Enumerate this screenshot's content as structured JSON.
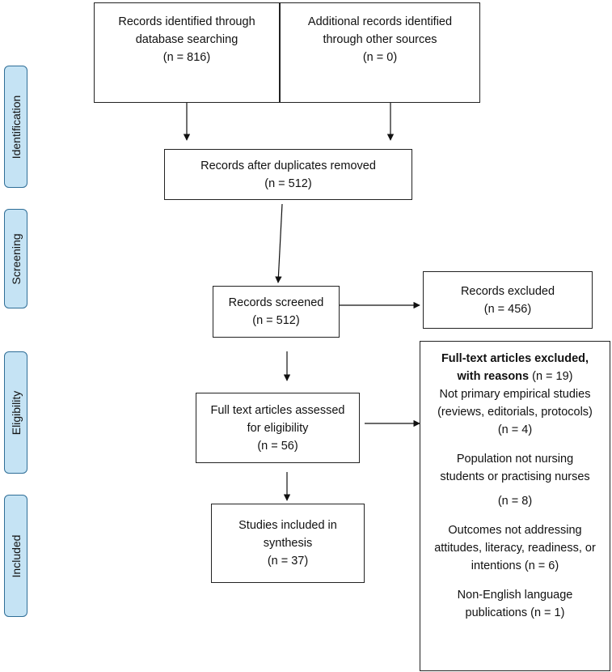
{
  "stages": {
    "identification": "Identification",
    "screening": "Screening",
    "eligibility": "Eligibility",
    "included": "Included"
  },
  "boxes": {
    "database": {
      "line1": "Records identified through",
      "line2": "database searching",
      "line3": "(n = 816)"
    },
    "other": {
      "line1": "Additional records identified",
      "line2": "through other sources",
      "line3": "(n = 0)"
    },
    "duplicates": {
      "line1": "Records after duplicates removed",
      "line2": "(n = 512)"
    },
    "screened": {
      "line1": "Records screened",
      "line2": "(n = 512)"
    },
    "excluded": {
      "line1": "Records excluded",
      "line2": "(n = 456)"
    },
    "fulltext": {
      "line1": "Full text articles assessed",
      "line2": "for eligibility",
      "line3": "(n = 56)"
    },
    "included": {
      "line1": "Studies included in",
      "line2": "synthesis",
      "line3": "(n = 37)"
    }
  },
  "fulltext_excluded": {
    "heading_bold_1": "Full-text articles excluded,",
    "heading_bold_2": "with reasons",
    "heading_count": " (n = 19)",
    "reasons": [
      {
        "line1": "Not primary empirical studies",
        "line2": "(reviews, editorials, protocols)",
        "line3": "(n = 4)"
      },
      {
        "line1": "Population not nursing",
        "line2": "students or practising nurses",
        "line3": "(n = 8)"
      },
      {
        "line1": "Outcomes not addressing",
        "line2": "attitudes, literacy, readiness, or",
        "line3": "intentions (n = 6)"
      },
      {
        "line1": "Non-English language",
        "line2": "publications (n = 1)"
      }
    ]
  }
}
